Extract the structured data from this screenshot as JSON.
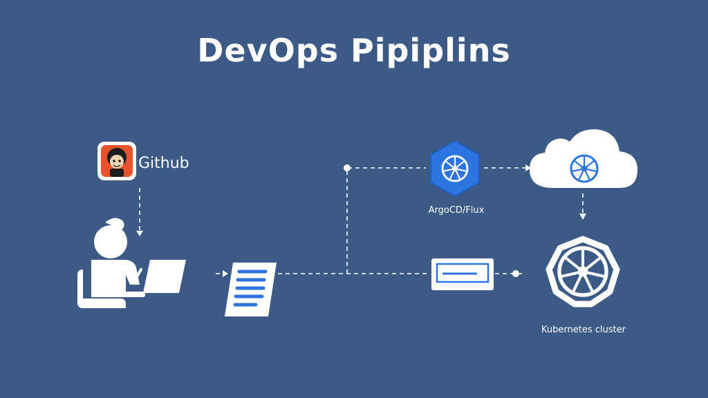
{
  "title": "DevOps Pipiplins",
  "nodes": {
    "github": {
      "label": "Github",
      "icon": "github-avatar-icon"
    },
    "developer": {
      "icon": "developer-laptop-icon"
    },
    "config": {
      "icon": "document-icon"
    },
    "argocd": {
      "label": "ArgoCD/Flux",
      "icon": "helm-wheel-icon"
    },
    "cloud": {
      "icon": "cloud-wheel-icon"
    },
    "server": {
      "icon": "server-icon"
    },
    "kubernetes": {
      "label": "Kubernetes cluster",
      "icon": "kubernetes-wheel-icon"
    }
  },
  "colors": {
    "background": "#3b5a86",
    "accent_blue": "#2e74e0",
    "white": "#ffffff",
    "avatar_orange": "#e6532c"
  }
}
